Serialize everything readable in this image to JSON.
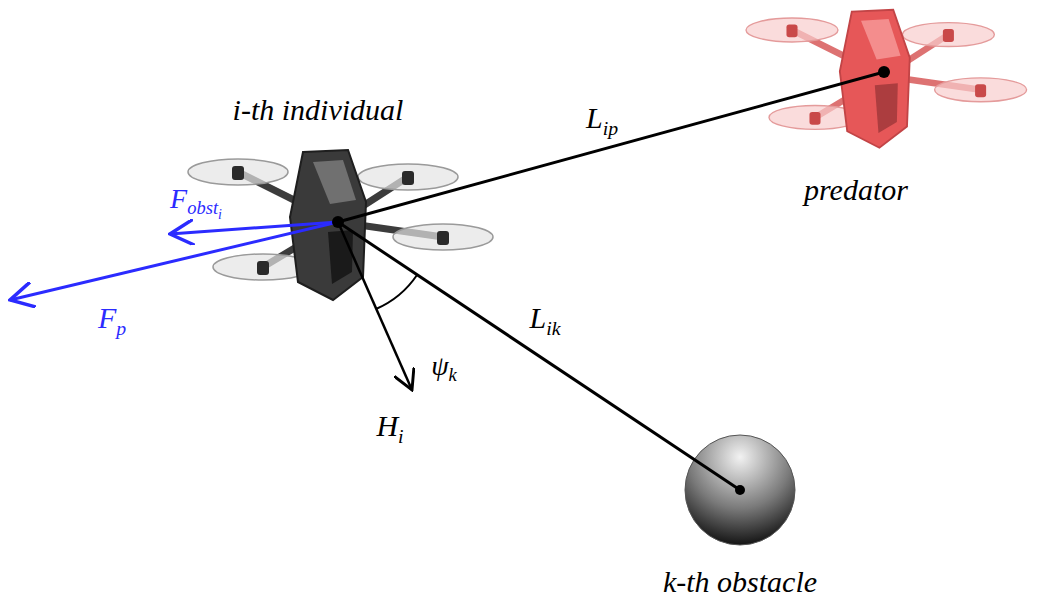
{
  "diagram": {
    "labels": [
      "i-th individual",
      "Fobsti",
      "Fp",
      "Lip",
      "predator",
      "ψk",
      "Lik",
      "Hi",
      "k-th obstacle"
    ]
  }
}
